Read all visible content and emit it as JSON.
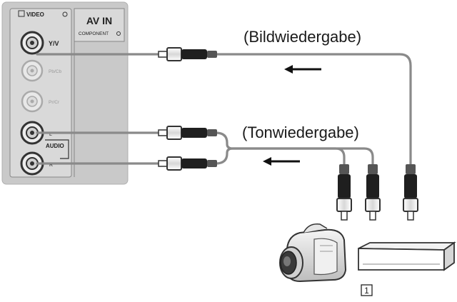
{
  "panel": {
    "video_label": "VIDEO",
    "title": "AV IN",
    "component_label": "COMPONENT",
    "jacks": [
      {
        "label": "Y/V"
      },
      {
        "label": "Pb/Cb"
      },
      {
        "label": "Pr/Cr"
      },
      {
        "label": "L"
      },
      {
        "label": "R"
      }
    ],
    "audio_label": "AUDIO"
  },
  "labels": {
    "video_caption": "(Bildwiedergabe)",
    "audio_caption": "(Tonwiedergabe)",
    "device_number": "1"
  },
  "colors": {
    "panel_bg": "#c9c9c9",
    "cable": "#8a8a8a",
    "ink": "#1a1a1a"
  },
  "icons": {
    "camcorder": "camcorder-icon",
    "player": "dvd-player-icon",
    "arrow": "signal-arrow-icon"
  }
}
